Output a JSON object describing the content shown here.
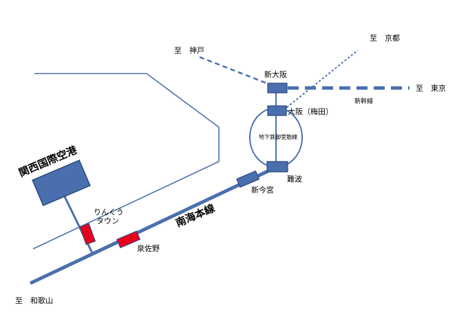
{
  "colors": {
    "line": "#4a6fae",
    "station_fill": "#4a6fae",
    "station_stroke": "#2e4a7a",
    "airport_station_fill": "#e8001c",
    "coast": "#4a6fae",
    "text": "#000000"
  },
  "destinations": {
    "kobe": "至　神戸",
    "kyoto": "至　京都",
    "tokyo": "至　東京",
    "wakayama": "至　和歌山"
  },
  "lines": {
    "shinkansen": "新幹線",
    "subway": "地下鉄御堂筋線",
    "nankai": "南海本線"
  },
  "stations": {
    "shin_osaka": "新大阪",
    "osaka": "大阪（梅田）",
    "namba": "難波",
    "shin_imamiya": "新今宮",
    "izumisano": "泉佐野",
    "rinku_line1": "りんくう",
    "rinku_line2": "タウン"
  },
  "airport": "関西国際空港"
}
